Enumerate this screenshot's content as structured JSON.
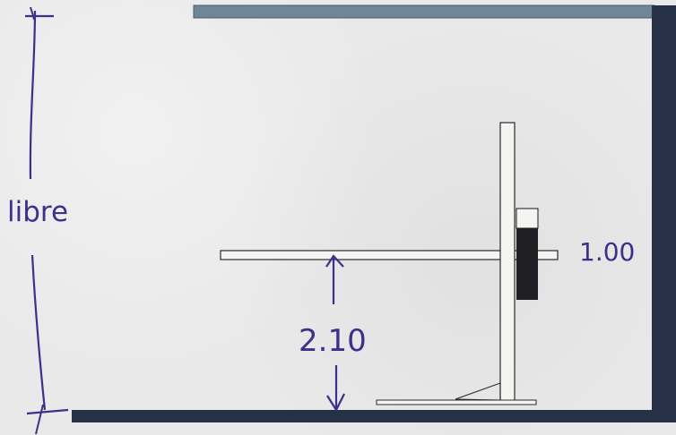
{
  "annotations": {
    "free_height_label": "libre",
    "lower_height_label": "2.10",
    "top_height_label": "1.00"
  },
  "colors": {
    "ink": "#3d2f8a",
    "wall_dark": "#263046",
    "ceiling_beam": "#6f8697",
    "board_fill": "#f4f4f2",
    "panel_fill": "#1f1f24",
    "page_bg": "#e9e9e9"
  }
}
